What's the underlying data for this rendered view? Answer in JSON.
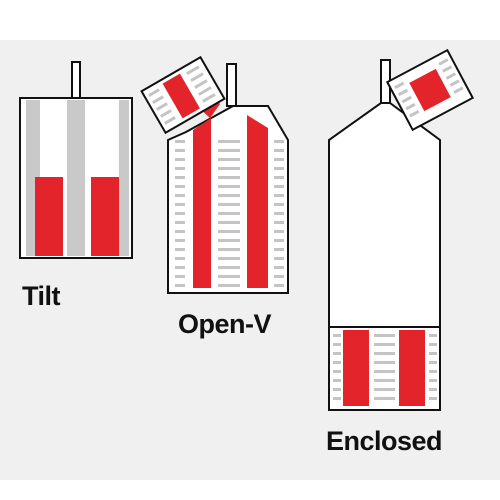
{
  "labels": {
    "tilt": "Tilt",
    "open_v": "Open-V",
    "enclosed": "Enclosed"
  },
  "colors": {
    "background": "#f0f0f0",
    "panel": "#c9c9c9",
    "red": "#e4242b",
    "outline": "#111111",
    "rack": "#ffffff"
  }
}
